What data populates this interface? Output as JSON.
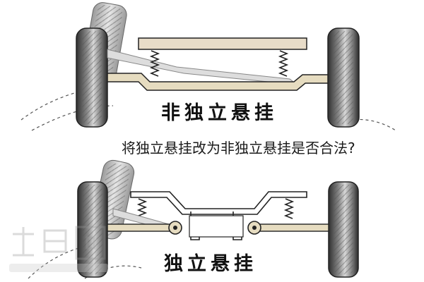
{
  "diagram": {
    "top_label": "非独立悬挂",
    "bottom_label": "独立悬挂",
    "question": "将独立悬挂改为非独立悬挂是否合法?"
  },
  "colors": {
    "tire_dark": "#2f2f2f",
    "tire_light": "#cfcfcf",
    "frame_fill": "#e8dcc8",
    "axle_fill": "#e6dcc0",
    "outline": "#222222",
    "text": "#111111"
  }
}
